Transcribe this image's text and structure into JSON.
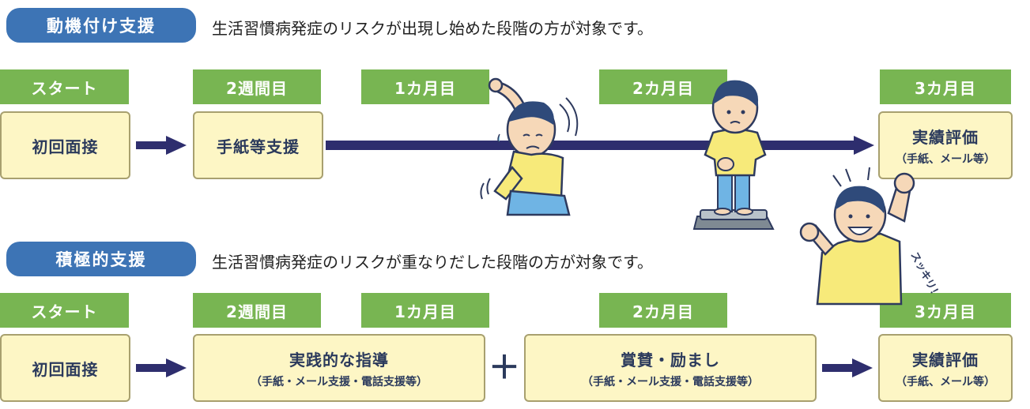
{
  "colors": {
    "pill": "#3d74b5",
    "stage": "#78b552",
    "box_fill": "#fdf6c5",
    "box_border": "#a8a06f",
    "arrow": "#2e2e6e"
  },
  "section1": {
    "label": "動機付け支援",
    "desc": "生活習慣病発症のリスクが出現し始めた段階の方が対象です。",
    "stages": [
      "スタート",
      "2週間目",
      "1カ月目",
      "2カ月目",
      "3カ月目"
    ],
    "boxes": {
      "b1": "初回面接",
      "b2": "手紙等支援",
      "b3_main": "実績評価",
      "b3_sub": "（手紙、メール等）"
    }
  },
  "section2": {
    "label": "積極的支援",
    "desc": "生活習慣病発症のリスクが重なりだした段階の方が対象です。",
    "stages": [
      "スタート",
      "2週間目",
      "1カ月目",
      "2カ月目",
      "3カ月目"
    ],
    "boxes": {
      "b1": "初回面接",
      "b2_main": "実践的な指導",
      "b2_sub": "（手紙・メール支援・電話支援等）",
      "plus": "＋",
      "b3_main": "賞賛・励まし",
      "b3_sub": "（手紙・メール支援・電話支援等）",
      "b4_main": "実績評価",
      "b4_sub": "（手紙、メール等）"
    }
  },
  "illustration": {
    "caption": "スッキリ！"
  }
}
